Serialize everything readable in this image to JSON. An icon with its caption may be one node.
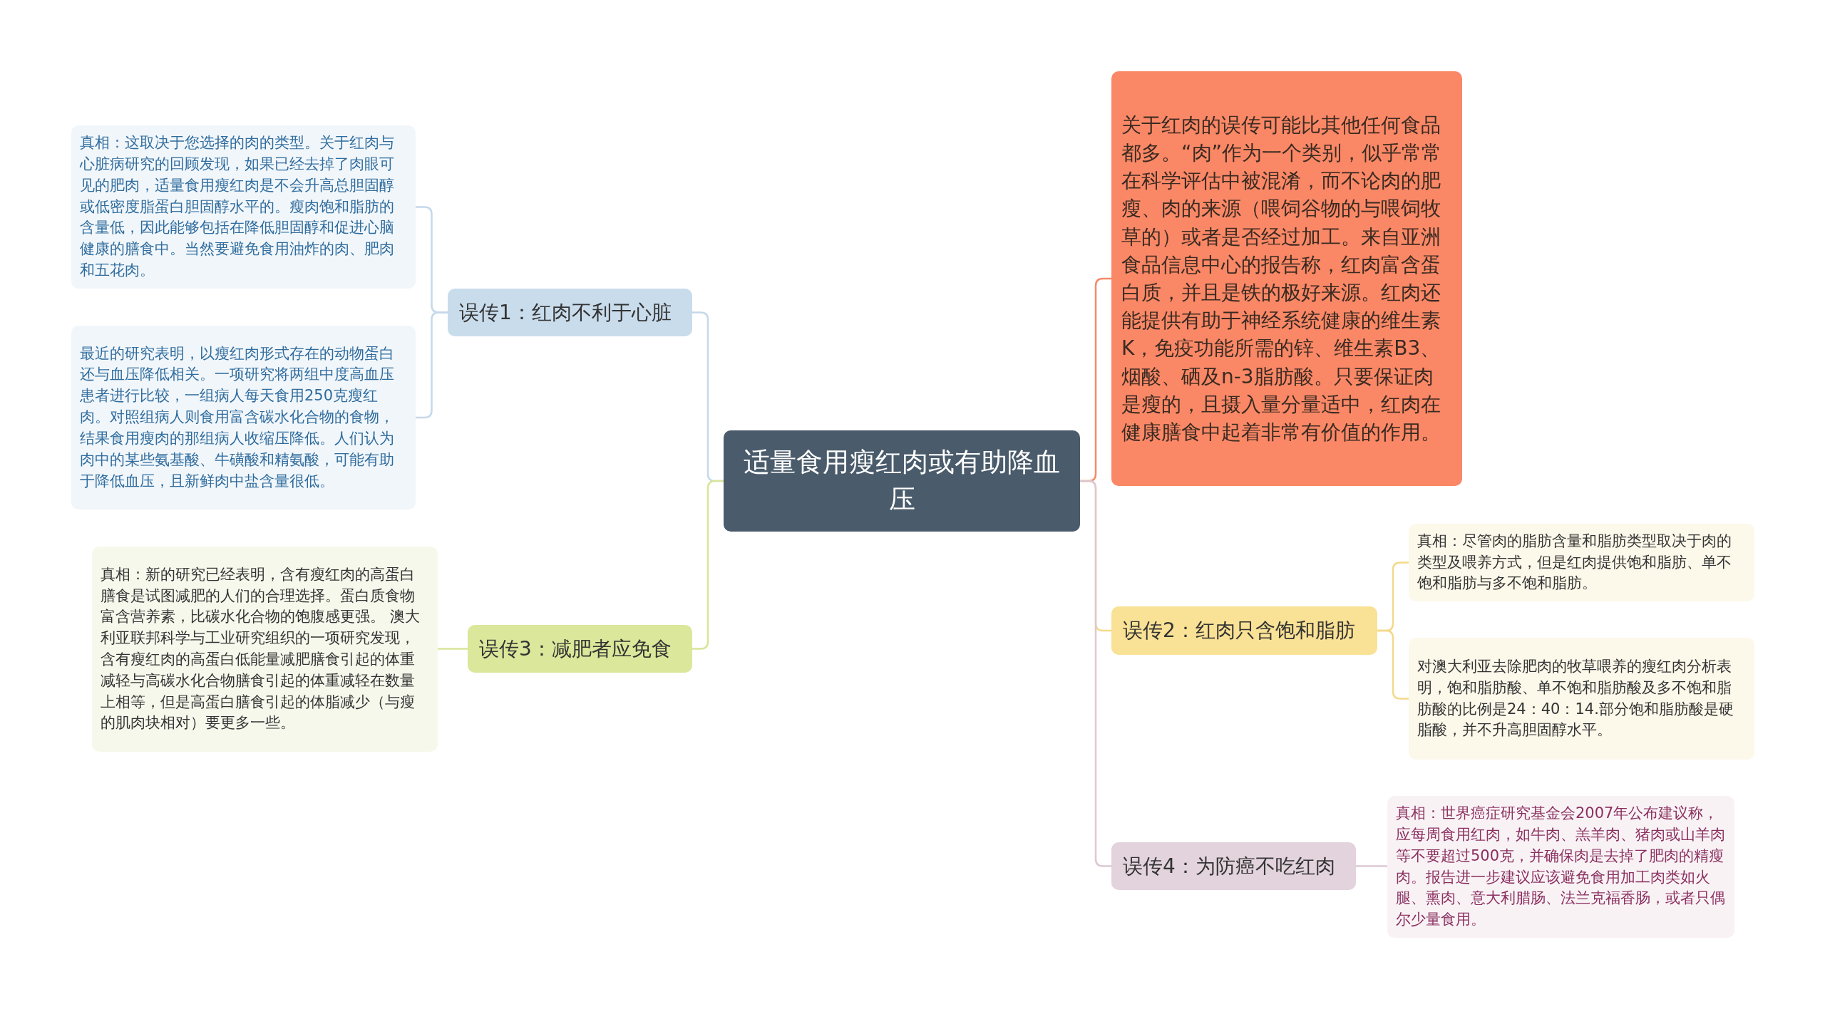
{
  "diagram": {
    "nodes": [
      {
        "text": [
          "适量食用瘦红肉或有助降血压"
        ]
      },
      {
        "text": [
          "误传1：红肉不利于心脏"
        ]
      },
      {
        "text": [
          "真相：这取决于您选择的肉的类型。关于红肉与心脏病研究的回顾发现，如果已经去掉了肉眼可见的肥肉，适量食用瘦红肉是不会升高总胆固醇或低密度脂蛋白胆固醇水平的。瘦肉饱和脂肪的含量低，因此能够包括在降低胆固醇和促进心脑健康的膳食中。当然要避免食用油炸的肉、肥肉和五花肉。"
        ]
      },
      {
        "text": [
          "最近的研究表明，以瘦红肉形式存在的动物蛋白还与血压降低相关。一项研究将两组中度高血压患者进行比较，一组病人每天食用250克瘦红肉。对照组病人则食用富含碳水化合物的食物，结果食用瘦肉的那组病人收缩压降低。人们认为肉中的某些氨基酸、牛磺酸和精氨酸，可能有助于降低血压，且新鲜肉中盐含量很低。"
        ]
      },
      {
        "text": [
          "误传3：减肥者应免食"
        ]
      },
      {
        "text": [
          "真相：新的研究已经表明，含有瘦红肉的高蛋白膳食是试图减肥的人们的合理选择。蛋白质食物富含营养素，比碳水化合物的饱腹感更强。 澳大利亚联邦科学与工业研究组织的一项研究发现，含有瘦红肉的高蛋白低能量减肥膳食引起的体重减轻与高碳水化合物膳食引起的体重减轻在数量上相等，但是高蛋白膳食引起的体脂减少（与瘦的肌肉块相对）要更多一些。"
        ]
      },
      {
        "text": [
          "关于红肉的误传可能比其他任何食品都多。“肉”作为一个类别，似乎常常在科学评估中被混淆，而不论肉的肥瘦、肉的来源（喂饲谷物的与喂饲牧草的）或者是否经过加工。来自亚洲食品信息中心的报告称，红肉富含蛋白质，并且是铁的极好来源。红肉还能提供有助于神经系统健康的维生素K，免疫功能所需的锌、维生素B3、烟酸、硒及n-3脂肪酸。只要保证肉是瘦的，且摄入量分量适中，红肉在健康膳食中起着非常有价值的作用。"
        ]
      },
      {
        "text": [
          "误传2：红肉只含饱和脂肪"
        ]
      },
      {
        "text": [
          "真相：尽管肉的脂肪含量和脂肪类型取决于肉的类型及喂养方式，但是红肉提供饱和脂肪、单不饱和脂肪与多不饱和脂肪。"
        ]
      },
      {
        "text": [
          "对澳大利亚去除肥肉的牧草喂养的瘦红肉分析表明，饱和脂肪酸、单不饱和脂肪酸及多不饱和脂肪酸的比例是24：40：14.部分饱和脂肪酸是硬脂酸，并不升高胆固醇水平。"
        ]
      },
      {
        "text": [
          "误传4：为防癌不吃红肉"
        ]
      },
      {
        "text": [
          "真相：世界癌症研究基金会2007年公布建议称，应每周食用红肉，如牛肉、羔羊肉、猪肉或山羊肉等不要超过500克，并确保肉是去掉了肥肉的精瘦肉。报告进一步建议应该避免食用加工肉类如火腿、熏肉、意大利腊肠、法兰克福香肠，或者只偶尔少量食用。"
        ]
      }
    ],
    "edges": [
      {
        "from": 0,
        "to": 1,
        "arrow": "none",
        "color": "#c5d8ea"
      },
      {
        "from": 1,
        "to": 2,
        "arrow": "none",
        "color": "#c5d8ea"
      },
      {
        "from": 1,
        "to": 3,
        "arrow": "none",
        "color": "#c5d8ea"
      },
      {
        "from": 0,
        "to": 4,
        "arrow": "none",
        "color": "#d8e59a"
      },
      {
        "from": 4,
        "to": 5,
        "arrow": "none",
        "color": "#d8e59a"
      },
      {
        "from": 0,
        "to": 6,
        "arrow": "none",
        "color": "#f58a68"
      },
      {
        "from": 0,
        "to": 7,
        "arrow": "none",
        "color": "#f3d98a"
      },
      {
        "from": 7,
        "to": 8,
        "arrow": "none",
        "color": "#f3d98a"
      },
      {
        "from": 7,
        "to": 9,
        "arrow": "none",
        "color": "#f3d98a"
      },
      {
        "from": 0,
        "to": 10,
        "arrow": "none",
        "color": "#dcc8d4"
      },
      {
        "from": 10,
        "to": 11,
        "arrow": "none",
        "color": "#dcc8d4"
      }
    ]
  }
}
